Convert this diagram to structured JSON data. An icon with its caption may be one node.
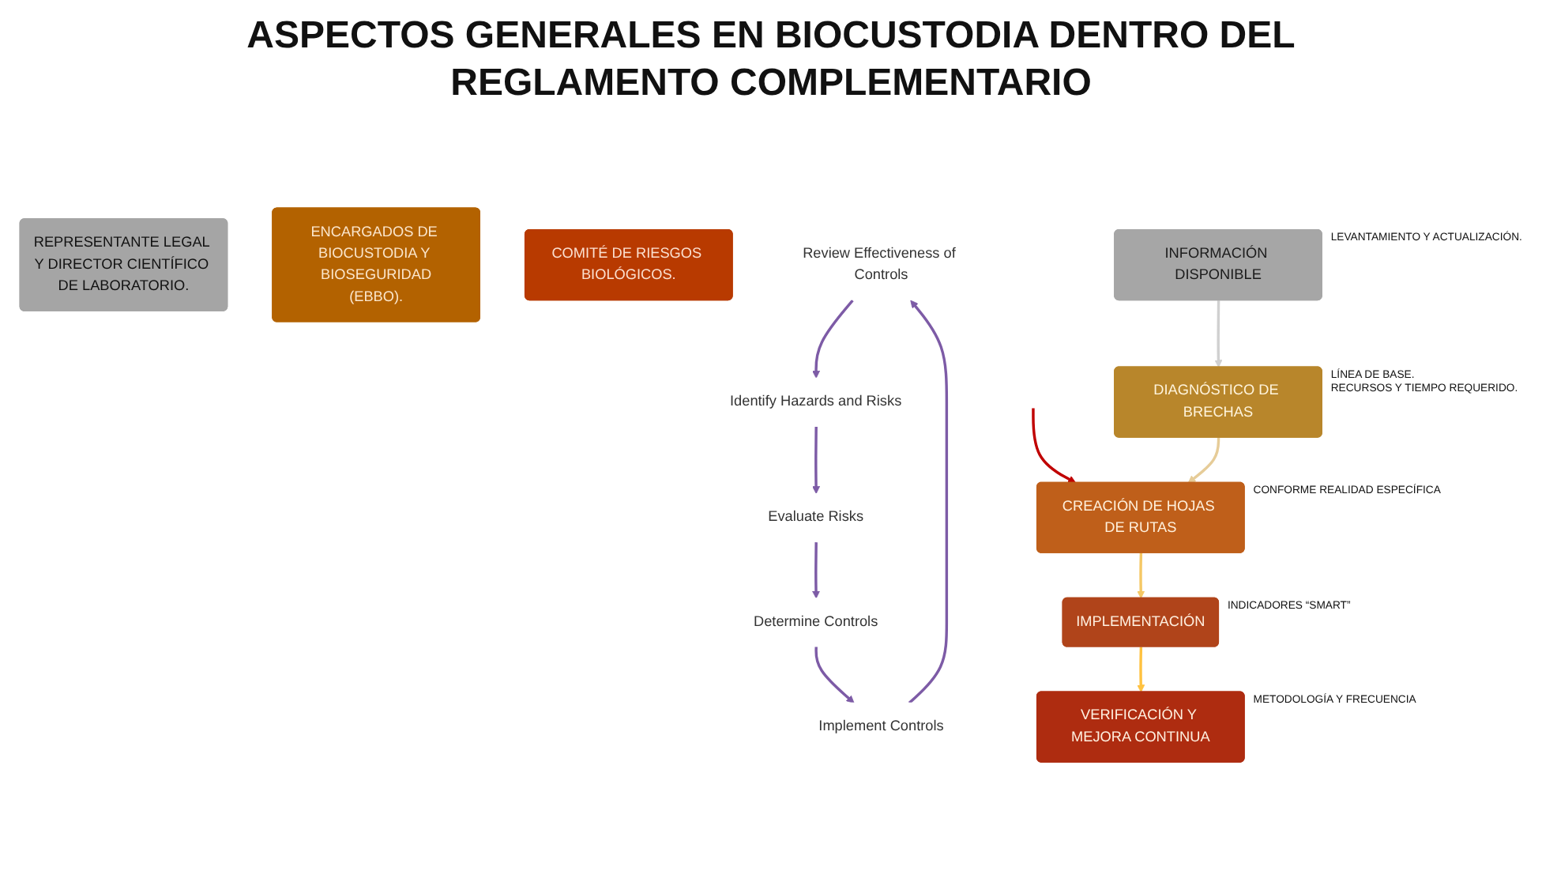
{
  "diagram": {
    "title": "ASPECTOS GENERALES EN BIOCUSTODIA DENTRO DEL REGLAMENTO COMPLEMENTARIO",
    "nodes": [
      {
        "text": [
          "REPRESENTANTE LEGAL Y DIRECTOR CIENTÍFICO DE LABORATORIO."
        ]
      },
      {
        "text": [
          "ENCARGADOS DE BIOCUSTODIA Y BIOSEGURIDAD",
          "(EBBO)."
        ]
      },
      {
        "text": [
          "COMITÉ DE RIESGOS BIOLÓGICOS."
        ]
      },
      {
        "text": [
          "Review Effectiveness of Controls"
        ]
      },
      {
        "text": [
          "Identify Hazards and Risks"
        ]
      },
      {
        "text": [
          "Evaluate Risks"
        ]
      },
      {
        "text": [
          "Determine Controls"
        ]
      },
      {
        "text": [
          "Implement Controls"
        ]
      },
      {
        "text": [
          "INFORMACIÓN DISPONIBLE"
        ],
        "beside": [
          "LEVANTAMIENTO Y ACTUALIZACIÓN."
        ]
      },
      {
        "text": [
          "DIAGNÓSTICO DE BRECHAS"
        ],
        "beside": [
          "LÍNEA DE BASE.",
          "RECURSOS Y TIEMPO REQUERIDO."
        ]
      },
      {
        "text": [
          "CREACIÓN DE HOJAS DE RUTAS"
        ],
        "beside": [
          "CONFORME REALIDAD ESPECÍFICA"
        ]
      },
      {
        "text": [
          "IMPLEMENTACIÓN"
        ],
        "beside": [
          "INDICADORES “SMART”"
        ]
      },
      {
        "text": [
          "VERIFICACIÓN Y MEJORA CONTINUA"
        ],
        "beside": [
          "METODOLOGÍA Y FRECUENCIA"
        ]
      }
    ],
    "edges": [
      {
        "from": 4,
        "to": 5,
        "arrow": "to",
        "color": "#7d5ba6"
      },
      {
        "from": 5,
        "to": 6,
        "arrow": "to",
        "color": "#7d5ba6"
      },
      {
        "from": 6,
        "to": 7,
        "arrow": "to",
        "color": "#7d5ba6"
      },
      {
        "from": 7,
        "to": 3,
        "arrow": "to",
        "color": "#7d5ba6"
      },
      {
        "from": 3,
        "to": 4,
        "arrow": "to",
        "color": "#7d5ba6"
      },
      {
        "from": null,
        "to": 10,
        "arrow": "to",
        "color": "#c00000"
      },
      {
        "from": 8,
        "to": 9,
        "arrow": "to",
        "color": "#d0d0d0"
      },
      {
        "from": 9,
        "to": 10,
        "arrow": "to",
        "color": "#e6cc98"
      },
      {
        "from": 10,
        "to": 11,
        "arrow": "to",
        "color": "#f5c865"
      },
      {
        "from": 11,
        "to": 12,
        "arrow": "to",
        "color": "#ffc240"
      }
    ]
  }
}
